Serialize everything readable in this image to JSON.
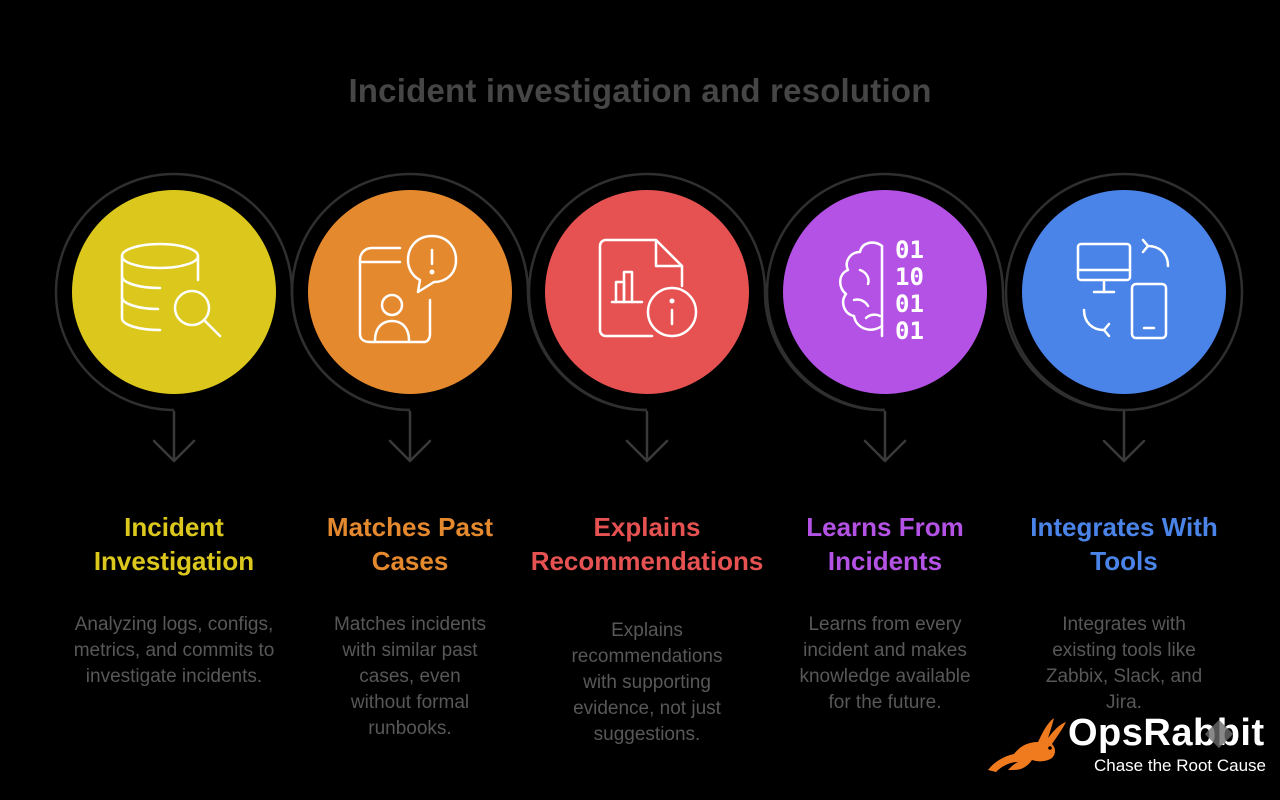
{
  "title": "Incident investigation and resolution",
  "steps": [
    {
      "title_line1": "Incident",
      "title_line2": "Investigation",
      "description": "Analyzing logs, configs, metrics, and commits to investigate incidents.",
      "color": "#DCC81C",
      "icon": "database-search-icon"
    },
    {
      "title_line1": "Matches Past",
      "title_line2": "Cases",
      "description": "Matches incidents with similar past cases, even without formal runbooks.",
      "color": "#E5892E",
      "icon": "mobile-user-alert-icon"
    },
    {
      "title_line1": "Explains",
      "title_line2": "Recommendations",
      "description": "Explains recommendations with supporting evidence, not just suggestions.",
      "color": "#E65252",
      "icon": "document-chart-info-icon"
    },
    {
      "title_line1": "Learns From",
      "title_line2": "Incidents",
      "description": "Learns from every incident and makes knowledge available for the future.",
      "color": "#B552E6",
      "icon": "brain-binary-icon"
    },
    {
      "title_line1": "Integrates With",
      "title_line2": "Tools",
      "description": "Integrates with existing tools like Zabbix, Slack, and Jira.",
      "color": "#4A84E8",
      "icon": "devices-sync-icon"
    }
  ],
  "binary_digits": [
    "01",
    "10",
    "01",
    "01"
  ],
  "logo": {
    "name": "OpsRabbit",
    "tagline": "Chase the Root Cause",
    "color": "#F07A1E"
  }
}
